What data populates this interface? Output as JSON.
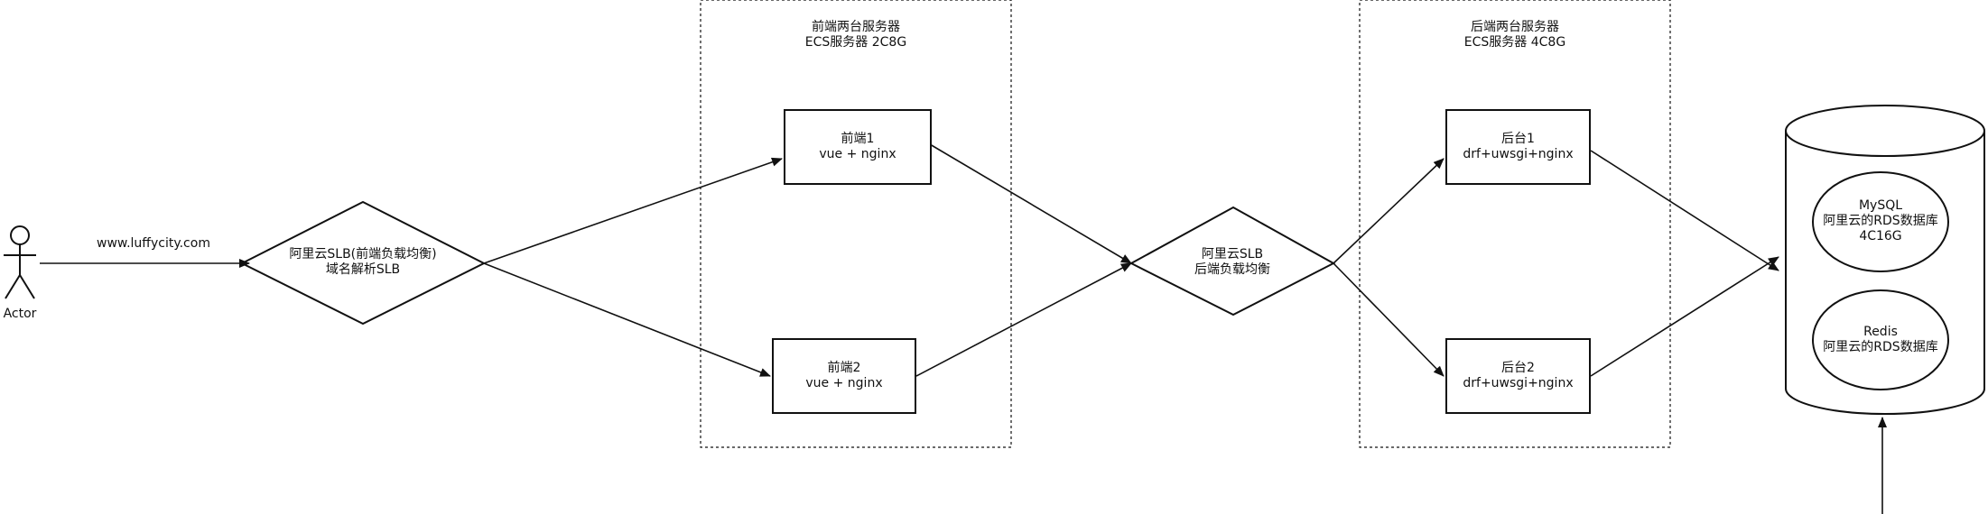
{
  "actor": {
    "label": "Actor"
  },
  "edges": {
    "actor_to_slb": "www.luffycity.com"
  },
  "frontend_group": {
    "title_line1": "前端两台服务器",
    "title_line2": "ECS服务器 2C8G"
  },
  "backend_group": {
    "title_line1": "后端两台服务器",
    "title_line2": "ECS服务器 4C8G"
  },
  "slb_front": {
    "line1": "阿里云SLB(前端负载均衡)",
    "line2": "域名解析SLB"
  },
  "slb_back": {
    "line1": "阿里云SLB",
    "line2": "后端负载均衡"
  },
  "frontend1": {
    "line1": "前端1",
    "line2": "vue + nginx"
  },
  "frontend2": {
    "line1": "前端2",
    "line2": "vue + nginx"
  },
  "backend1": {
    "line1": "后台1",
    "line2": "drf+uwsgi+nginx"
  },
  "backend2": {
    "line1": "后台2",
    "line2": "drf+uwsgi+nginx"
  },
  "database": {
    "mysql": {
      "line1": "MySQL",
      "line2": "阿里云的RDS数据库",
      "line3": "4C16G"
    },
    "redis": {
      "line1": "Redis",
      "line2": "阿里云的RDS数据库"
    }
  }
}
